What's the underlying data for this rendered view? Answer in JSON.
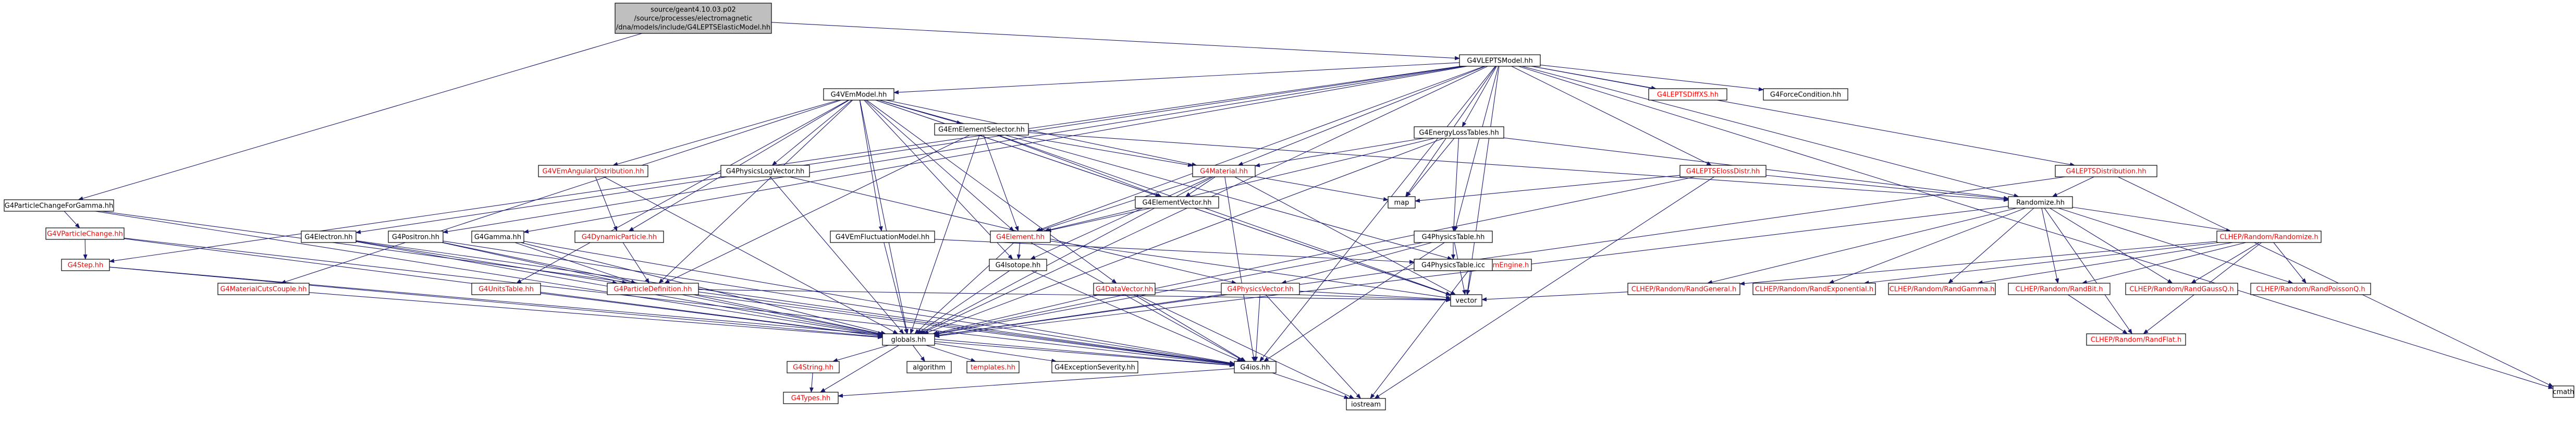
{
  "colors": {
    "edge": "#191970",
    "root_fill": "#bfbfbf",
    "node_fill": "#ffffff",
    "node_stroke": "#000000",
    "text_default": "#000000",
    "text_linked_missing": "#ff0000"
  },
  "nodes": [
    {
      "id": "root",
      "lines": [
        "source/geant4.10.03.p02",
        "/source/processes/electromagnetic",
        "/dna/models/include/G4LEPTSElasticModel.hh"
      ],
      "style": "root"
    },
    {
      "id": "vlm",
      "lines": [
        "G4VLEPTSModel.hh"
      ]
    },
    {
      "id": "pcg",
      "lines": [
        "G4ParticleChangeForGamma.hh"
      ]
    },
    {
      "id": "vpc",
      "lines": [
        "G4VParticleChange.hh"
      ],
      "red": true
    },
    {
      "id": "step",
      "lines": [
        "G4Step.hh"
      ],
      "red": true
    },
    {
      "id": "vem",
      "lines": [
        "G4VEmModel.hh"
      ]
    },
    {
      "id": "electron",
      "lines": [
        "G4Electron.hh"
      ]
    },
    {
      "id": "positron",
      "lines": [
        "G4Positron.hh"
      ]
    },
    {
      "id": "gamma",
      "lines": [
        "G4Gamma.hh"
      ]
    },
    {
      "id": "matcut",
      "lines": [
        "G4MaterialCutsCouple.hh"
      ],
      "red": true
    },
    {
      "id": "units",
      "lines": [
        "G4UnitsTable.hh"
      ],
      "red": true
    },
    {
      "id": "vang",
      "lines": [
        "G4VEmAngularDistribution.hh"
      ],
      "red": true
    },
    {
      "id": "dynpart",
      "lines": [
        "G4DynamicParticle.hh"
      ],
      "red": true
    },
    {
      "id": "partdef",
      "lines": [
        "G4ParticleDefinition.hh"
      ],
      "red": true
    },
    {
      "id": "physlog",
      "lines": [
        "G4PhysicsLogVector.hh"
      ]
    },
    {
      "id": "emsel",
      "lines": [
        "G4EmElementSelector.hh"
      ]
    },
    {
      "id": "vfluct",
      "lines": [
        "G4VEmFluctuationModel.hh"
      ]
    },
    {
      "id": "material",
      "lines": [
        "G4Material.hh"
      ],
      "red": true
    },
    {
      "id": "elvec",
      "lines": [
        "G4ElementVector.hh"
      ]
    },
    {
      "id": "element",
      "lines": [
        "G4Element.hh"
      ],
      "red": true
    },
    {
      "id": "isotope",
      "lines": [
        "G4Isotope.hh"
      ]
    },
    {
      "id": "dataset",
      "lines": [
        "G4DataVector.hh"
      ],
      "red": true
    },
    {
      "id": "physvec",
      "lines": [
        "G4PhysicsVector.hh"
      ],
      "red": true
    },
    {
      "id": "randeng",
      "lines": [
        "CLHEP/Random/RandomEngine.h"
      ],
      "red": true
    },
    {
      "id": "elt",
      "lines": [
        "G4EnergyLossTables.hh"
      ]
    },
    {
      "id": "physt",
      "lines": [
        "G4PhysicsTable.hh"
      ]
    },
    {
      "id": "physticc",
      "lines": [
        "G4PhysicsTable.icc"
      ]
    },
    {
      "id": "xs",
      "lines": [
        "G4LEPTSDiffXS.hh"
      ],
      "red": true
    },
    {
      "id": "forcecond",
      "lines": [
        "G4ForceCondition.hh"
      ]
    },
    {
      "id": "elossd",
      "lines": [
        "G4LEPTSElossDistr.hh"
      ],
      "red": true
    },
    {
      "id": "distr",
      "lines": [
        "G4LEPTSDistribution.hh"
      ],
      "red": true
    },
    {
      "id": "randomize",
      "lines": [
        "Randomize.hh"
      ]
    },
    {
      "id": "clrandomize",
      "lines": [
        "CLHEP/Random/Randomize.h"
      ],
      "red": true
    },
    {
      "id": "randgen",
      "lines": [
        "CLHEP/Random/RandGeneral.h"
      ],
      "red": true
    },
    {
      "id": "randexp",
      "lines": [
        "CLHEP/Random/RandExponential.h"
      ],
      "red": true
    },
    {
      "id": "randgam",
      "lines": [
        "CLHEP/Random/RandGamma.h"
      ],
      "red": true
    },
    {
      "id": "randbit",
      "lines": [
        "CLHEP/Random/RandBit.h"
      ],
      "red": true
    },
    {
      "id": "randgq",
      "lines": [
        "CLHEP/Random/RandGaussQ.h"
      ],
      "red": true
    },
    {
      "id": "randpq",
      "lines": [
        "CLHEP/Random/RandPoissonQ.h"
      ],
      "red": true
    },
    {
      "id": "randflat",
      "lines": [
        "CLHEP/Random/RandFlat.h"
      ],
      "red": true
    },
    {
      "id": "map",
      "lines": [
        "map"
      ]
    },
    {
      "id": "vector",
      "lines": [
        "vector"
      ]
    },
    {
      "id": "globals",
      "lines": [
        "globals.hh"
      ]
    },
    {
      "id": "g4string",
      "lines": [
        "G4String.hh"
      ],
      "red": true
    },
    {
      "id": "algorithm",
      "lines": [
        "algorithm"
      ]
    },
    {
      "id": "templates",
      "lines": [
        "templates.hh"
      ],
      "red": true
    },
    {
      "id": "excsev",
      "lines": [
        "G4ExceptionSeverity.hh"
      ]
    },
    {
      "id": "g4ios",
      "lines": [
        "G4ios.hh"
      ]
    },
    {
      "id": "g4types",
      "lines": [
        "G4Types.hh"
      ],
      "red": true
    },
    {
      "id": "iostream",
      "lines": [
        "iostream"
      ]
    },
    {
      "id": "cmath",
      "lines": [
        "cmath"
      ]
    }
  ],
  "edges": [
    [
      "root",
      "vlm"
    ],
    [
      "root",
      "pcg"
    ],
    [
      "pcg",
      "vpc"
    ],
    [
      "pcg",
      "globals"
    ],
    [
      "pcg",
      "g4ios"
    ],
    [
      "vpc",
      "step"
    ],
    [
      "vpc",
      "globals"
    ],
    [
      "vpc",
      "g4ios"
    ],
    [
      "step",
      "globals"
    ],
    [
      "step",
      "g4ios"
    ],
    [
      "vlm",
      "vem"
    ],
    [
      "vlm",
      "electron"
    ],
    [
      "vlm",
      "positron"
    ],
    [
      "vlm",
      "gamma"
    ],
    [
      "vlm",
      "step"
    ],
    [
      "vlm",
      "elt"
    ],
    [
      "vlm",
      "xs"
    ],
    [
      "vlm",
      "forcecond"
    ],
    [
      "vlm",
      "elossd"
    ],
    [
      "vlm",
      "distr"
    ],
    [
      "vlm",
      "randomize"
    ],
    [
      "vlm",
      "map"
    ],
    [
      "vlm",
      "vector"
    ],
    [
      "vlm",
      "physt"
    ],
    [
      "vlm",
      "element"
    ],
    [
      "vlm",
      "material"
    ],
    [
      "vlm",
      "globals"
    ],
    [
      "vlm",
      "g4ios"
    ],
    [
      "vlm",
      "cmath"
    ],
    [
      "vem",
      "matcut"
    ],
    [
      "vem",
      "units"
    ],
    [
      "vem",
      "vang"
    ],
    [
      "vem",
      "dynpart"
    ],
    [
      "vem",
      "partdef"
    ],
    [
      "vem",
      "physlog"
    ],
    [
      "vem",
      "emsel"
    ],
    [
      "vem",
      "vfluct"
    ],
    [
      "vem",
      "material"
    ],
    [
      "vem",
      "elvec"
    ],
    [
      "vem",
      "element"
    ],
    [
      "vem",
      "dataset"
    ],
    [
      "vem",
      "randeng"
    ],
    [
      "vem",
      "isotope"
    ],
    [
      "vem",
      "globals"
    ],
    [
      "vem",
      "vector"
    ],
    [
      "electron",
      "partdef"
    ],
    [
      "electron",
      "globals"
    ],
    [
      "electron",
      "g4ios"
    ],
    [
      "positron",
      "partdef"
    ],
    [
      "positron",
      "globals"
    ],
    [
      "positron",
      "g4ios"
    ],
    [
      "gamma",
      "partdef"
    ],
    [
      "gamma",
      "globals"
    ],
    [
      "gamma",
      "g4ios"
    ],
    [
      "matcut",
      "globals"
    ],
    [
      "units",
      "globals"
    ],
    [
      "vang",
      "dynpart"
    ],
    [
      "vang",
      "globals"
    ],
    [
      "dynpart",
      "partdef"
    ],
    [
      "partdef",
      "globals"
    ],
    [
      "partdef",
      "g4ios"
    ],
    [
      "partdef",
      "vector"
    ],
    [
      "physlog",
      "physvec"
    ],
    [
      "physlog",
      "globals"
    ],
    [
      "emsel",
      "material"
    ],
    [
      "emsel",
      "elvec"
    ],
    [
      "emsel",
      "element"
    ],
    [
      "emsel",
      "randomize"
    ],
    [
      "emsel",
      "vector"
    ],
    [
      "emsel",
      "partdef"
    ],
    [
      "emsel",
      "globals"
    ],
    [
      "vfluct",
      "randeng"
    ],
    [
      "vfluct",
      "globals"
    ],
    [
      "material",
      "elvec"
    ],
    [
      "material",
      "element"
    ],
    [
      "material",
      "isotope"
    ],
    [
      "material",
      "map"
    ],
    [
      "material",
      "vector"
    ],
    [
      "material",
      "globals"
    ],
    [
      "material",
      "g4ios"
    ],
    [
      "elvec",
      "element"
    ],
    [
      "elvec",
      "vector"
    ],
    [
      "element",
      "isotope"
    ],
    [
      "element",
      "globals"
    ],
    [
      "element",
      "g4ios"
    ],
    [
      "element",
      "vector"
    ],
    [
      "isotope",
      "globals"
    ],
    [
      "isotope",
      "g4ios"
    ],
    [
      "dataset",
      "globals"
    ],
    [
      "dataset",
      "g4ios"
    ],
    [
      "dataset",
      "vector"
    ],
    [
      "dataset",
      "iostream"
    ],
    [
      "physvec",
      "globals"
    ],
    [
      "physvec",
      "g4ios"
    ],
    [
      "physvec",
      "vector"
    ],
    [
      "physvec",
      "iostream"
    ],
    [
      "randeng",
      "iostream"
    ],
    [
      "randeng",
      "vector"
    ],
    [
      "elt",
      "physt"
    ],
    [
      "elt",
      "material"
    ],
    [
      "elt",
      "map"
    ],
    [
      "elt",
      "element"
    ],
    [
      "elt",
      "randomize"
    ],
    [
      "elt",
      "globals"
    ],
    [
      "physt",
      "physticc"
    ],
    [
      "physt",
      "vector"
    ],
    [
      "physt",
      "globals"
    ],
    [
      "physt",
      "g4ios"
    ],
    [
      "physt",
      "physvec"
    ],
    [
      "elossd",
      "randomize"
    ],
    [
      "elossd",
      "map"
    ],
    [
      "elossd",
      "globals"
    ],
    [
      "elossd",
      "iostream"
    ],
    [
      "distr",
      "randomize"
    ],
    [
      "distr",
      "cmath"
    ],
    [
      "distr",
      "globals"
    ],
    [
      "randomize",
      "clrandomize"
    ],
    [
      "randomize",
      "randgen"
    ],
    [
      "randomize",
      "randexp"
    ],
    [
      "randomize",
      "randgam"
    ],
    [
      "randomize",
      "randbit"
    ],
    [
      "randomize",
      "randgq"
    ],
    [
      "randomize",
      "randpq"
    ],
    [
      "randomize",
      "globals"
    ],
    [
      "randomize",
      "randflat"
    ],
    [
      "clrandomize",
      "randgen"
    ],
    [
      "clrandomize",
      "randexp"
    ],
    [
      "clrandomize",
      "randgam"
    ],
    [
      "clrandomize",
      "randbit"
    ],
    [
      "clrandomize",
      "randgq"
    ],
    [
      "clrandomize",
      "randpq"
    ],
    [
      "clrandomize",
      "randflat"
    ],
    [
      "randbit",
      "randflat"
    ],
    [
      "randgen",
      "vector"
    ],
    [
      "globals",
      "g4string"
    ],
    [
      "globals",
      "algorithm"
    ],
    [
      "globals",
      "templates"
    ],
    [
      "globals",
      "excsev"
    ],
    [
      "globals",
      "g4ios"
    ],
    [
      "globals",
      "g4types"
    ],
    [
      "g4string",
      "g4types"
    ],
    [
      "g4ios",
      "g4types"
    ],
    [
      "g4ios",
      "iostream"
    ]
  ]
}
